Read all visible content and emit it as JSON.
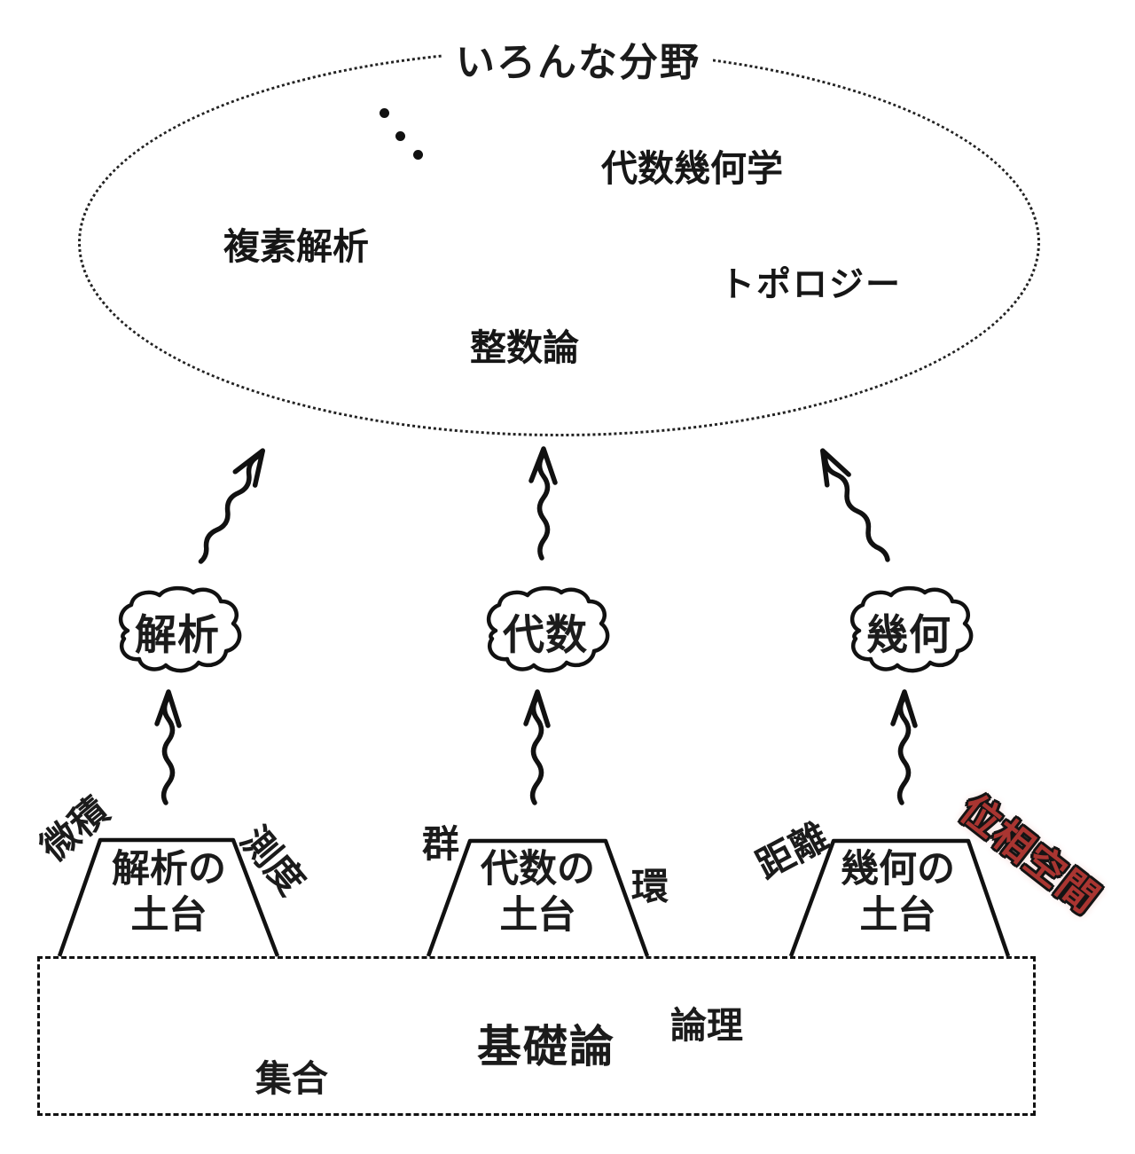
{
  "diagram_title": "いろんな分野",
  "fields_ellipse": {
    "label": "いろんな分野",
    "items": [
      {
        "label": "代数幾何学"
      },
      {
        "label": "複素解析"
      },
      {
        "label": "トポロジー"
      },
      {
        "label": "整数論"
      }
    ]
  },
  "branches": [
    {
      "cloud_label": "解析",
      "base_line1": "解析の",
      "base_line2": "土台",
      "left_tag": "微積",
      "right_tag": "測度"
    },
    {
      "cloud_label": "代数",
      "base_line1": "代数の",
      "base_line2": "土台",
      "left_tag": "群",
      "right_tag": "環"
    },
    {
      "cloud_label": "幾何",
      "base_line1": "幾何の",
      "base_line2": "土台",
      "left_tag": "距離",
      "stamp": "位相空間"
    }
  ],
  "foundation_box": {
    "title": "基礎論",
    "set_label": "集合",
    "logic_label": "論理"
  },
  "colors": {
    "ink": "#1b1b1b",
    "stamp_red": "#a93531",
    "background": "#ffffff"
  }
}
